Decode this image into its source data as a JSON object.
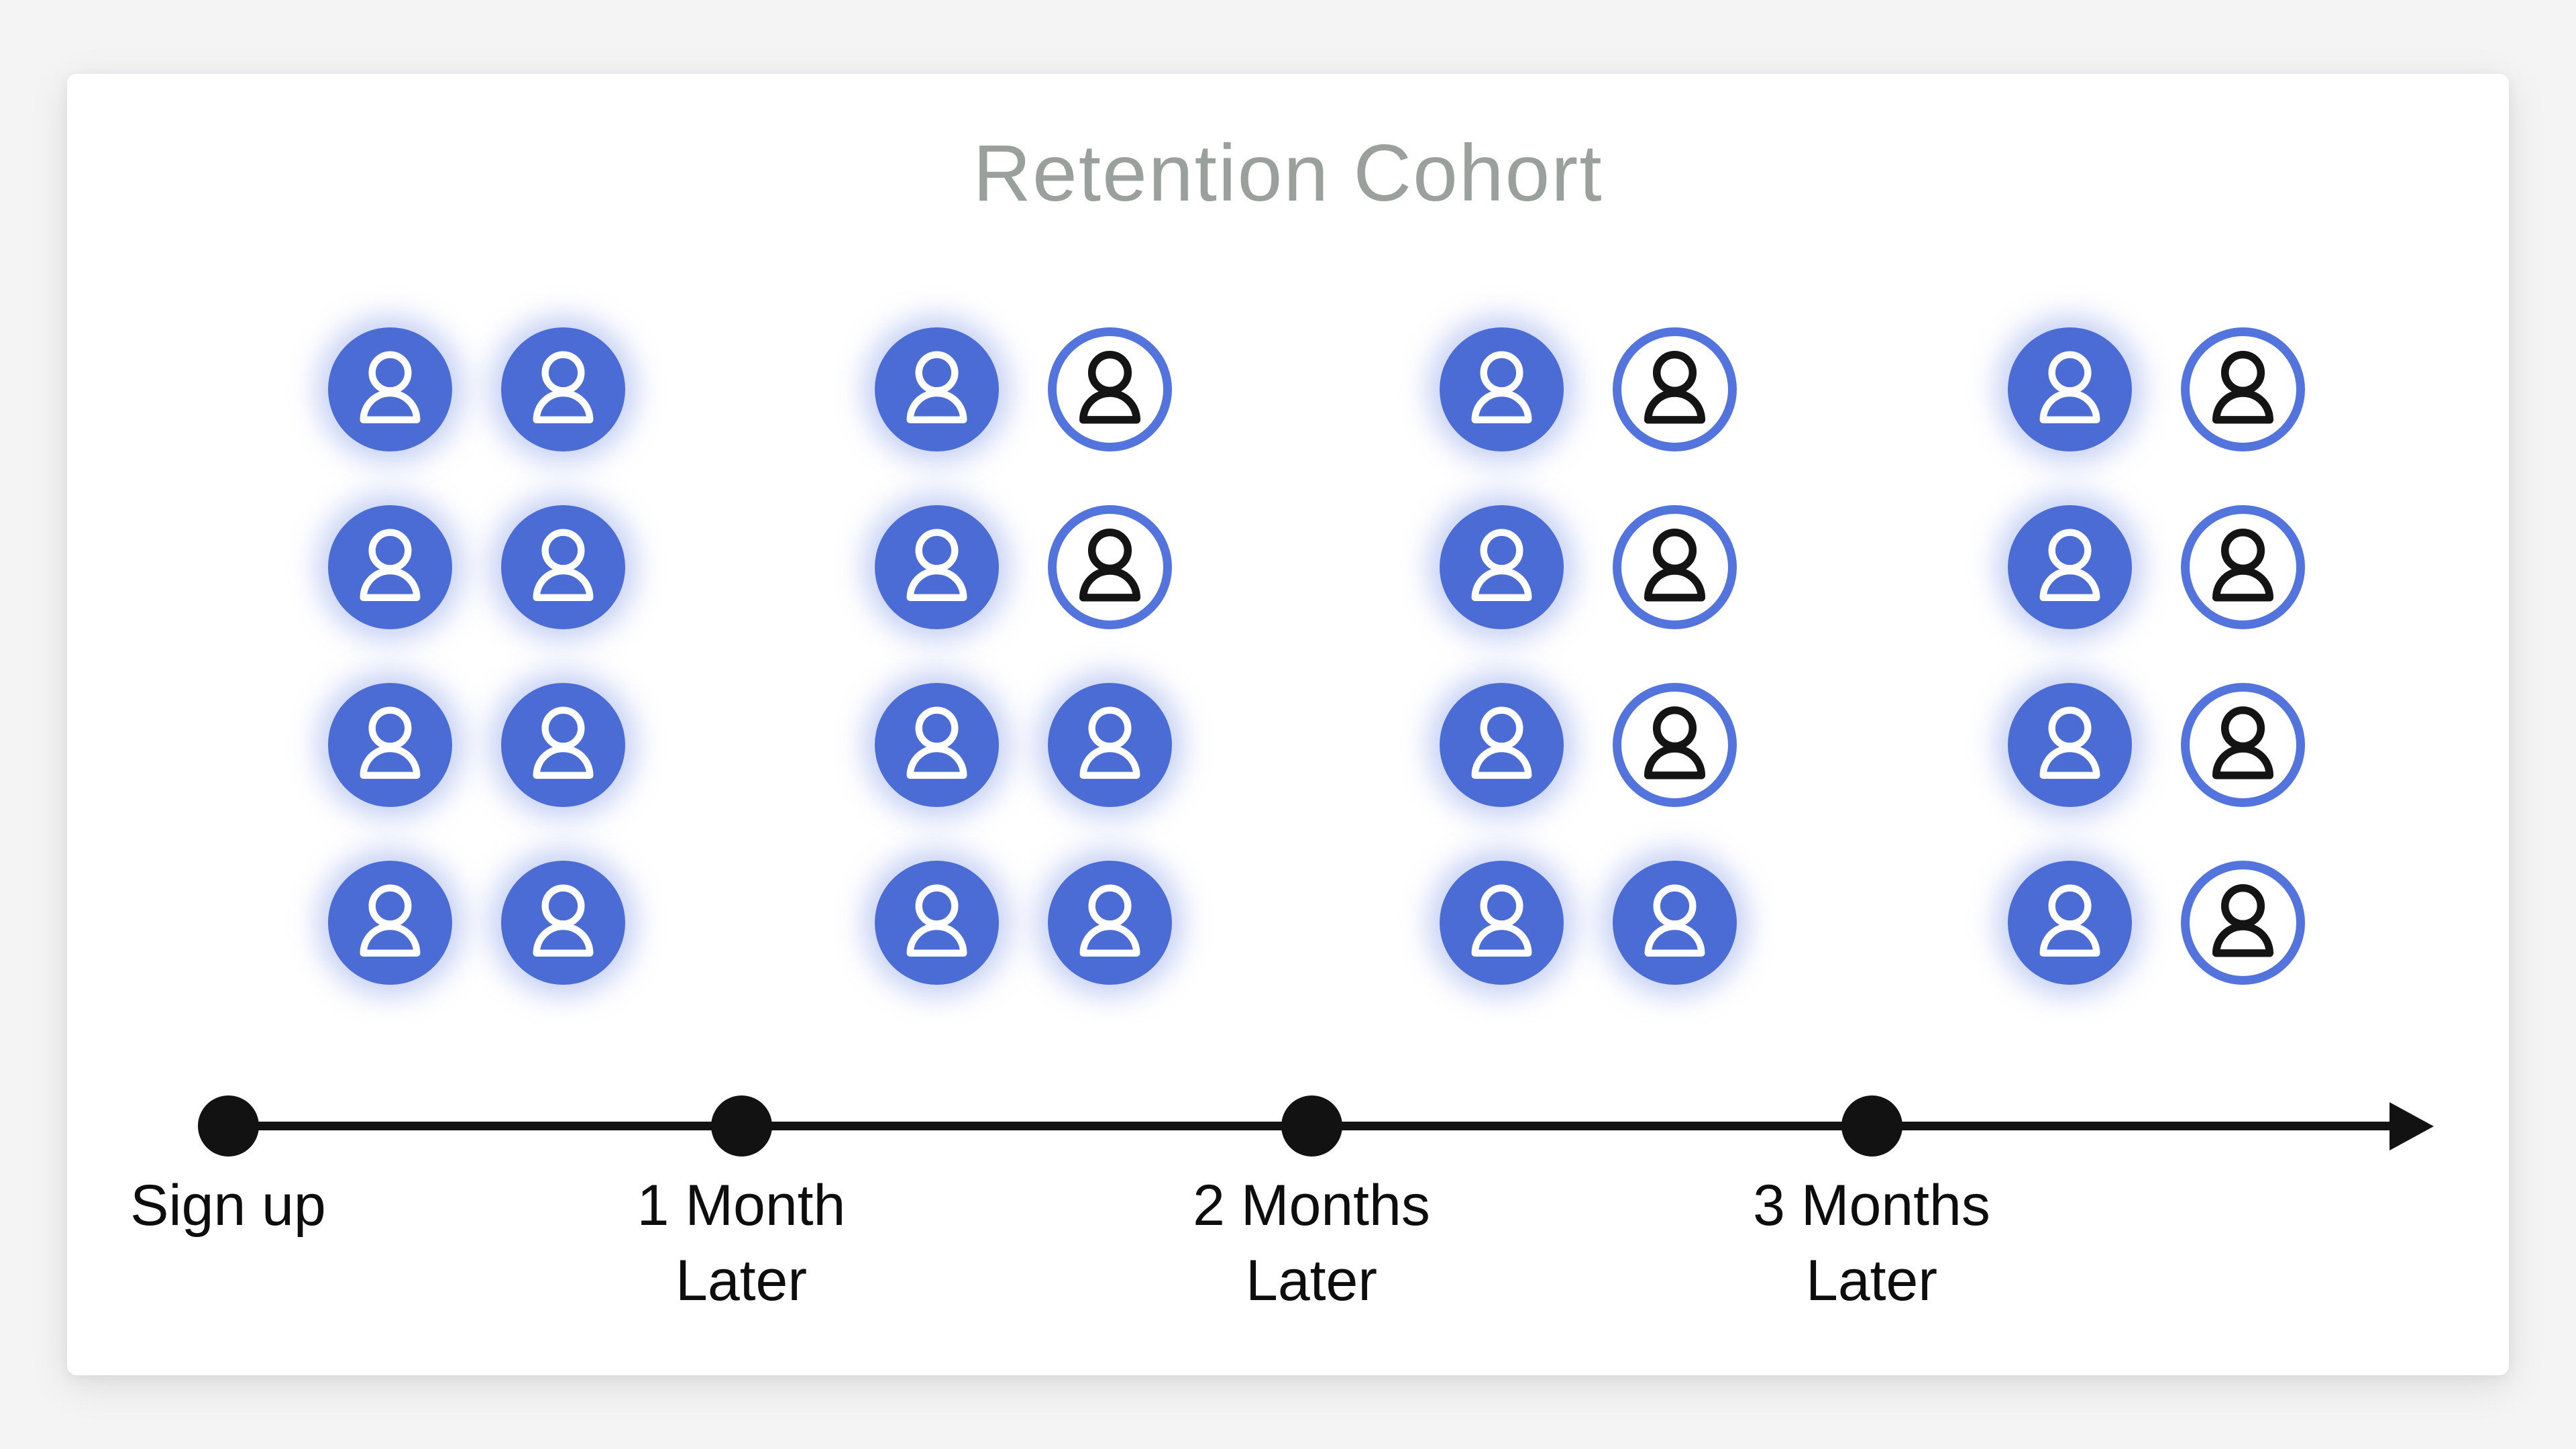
{
  "title": "Retention Cohort",
  "colors": {
    "accent_fill": "#4b6cd5",
    "accent_ring": "#5374dc",
    "glyph_on_fill": "#ffffff",
    "glyph_dark": "#141414",
    "title_gray": "#9aa09b",
    "timeline_black": "#121212",
    "card_bg": "#ffffff",
    "page_bg": "#f4f4f5"
  },
  "groups": [
    {
      "name": "cohort-signup",
      "icons": [
        "retained",
        "retained",
        "retained",
        "retained",
        "retained",
        "retained",
        "retained",
        "retained"
      ]
    },
    {
      "name": "cohort-1-month",
      "icons": [
        "retained",
        "churned",
        "retained",
        "churned",
        "retained",
        "retained",
        "retained",
        "retained"
      ]
    },
    {
      "name": "cohort-2-months",
      "icons": [
        "retained",
        "churned",
        "retained",
        "churned",
        "retained",
        "churned",
        "retained",
        "retained"
      ]
    },
    {
      "name": "cohort-3-months",
      "icons": [
        "retained",
        "churned",
        "retained",
        "churned",
        "retained",
        "churned",
        "retained",
        "churned"
      ]
    }
  ],
  "timeline": {
    "milestones": [
      {
        "lines": [
          "Sign up"
        ]
      },
      {
        "lines": [
          "1 Month",
          "Later"
        ]
      },
      {
        "lines": [
          "2 Months",
          "Later"
        ]
      },
      {
        "lines": [
          "3 Months",
          "Later"
        ]
      }
    ]
  },
  "chart_data": {
    "type": "pictograph",
    "title": "Retention Cohort",
    "categories": [
      "Sign up",
      "1 Month Later",
      "2 Months Later",
      "3 Months Later"
    ],
    "series": [
      {
        "name": "Retained users (filled blue icon)",
        "values": [
          8,
          6,
          5,
          4
        ]
      },
      {
        "name": "Churned users (outlined icon)",
        "values": [
          0,
          2,
          3,
          4
        ]
      }
    ],
    "cohort_size": 8,
    "unit": "1 icon = 1 user",
    "layout": {
      "icons_per_group": 8,
      "grid": "2 columns x 4 rows",
      "legend": "none",
      "x_axis": "timeline with right arrow and dot markers"
    }
  }
}
